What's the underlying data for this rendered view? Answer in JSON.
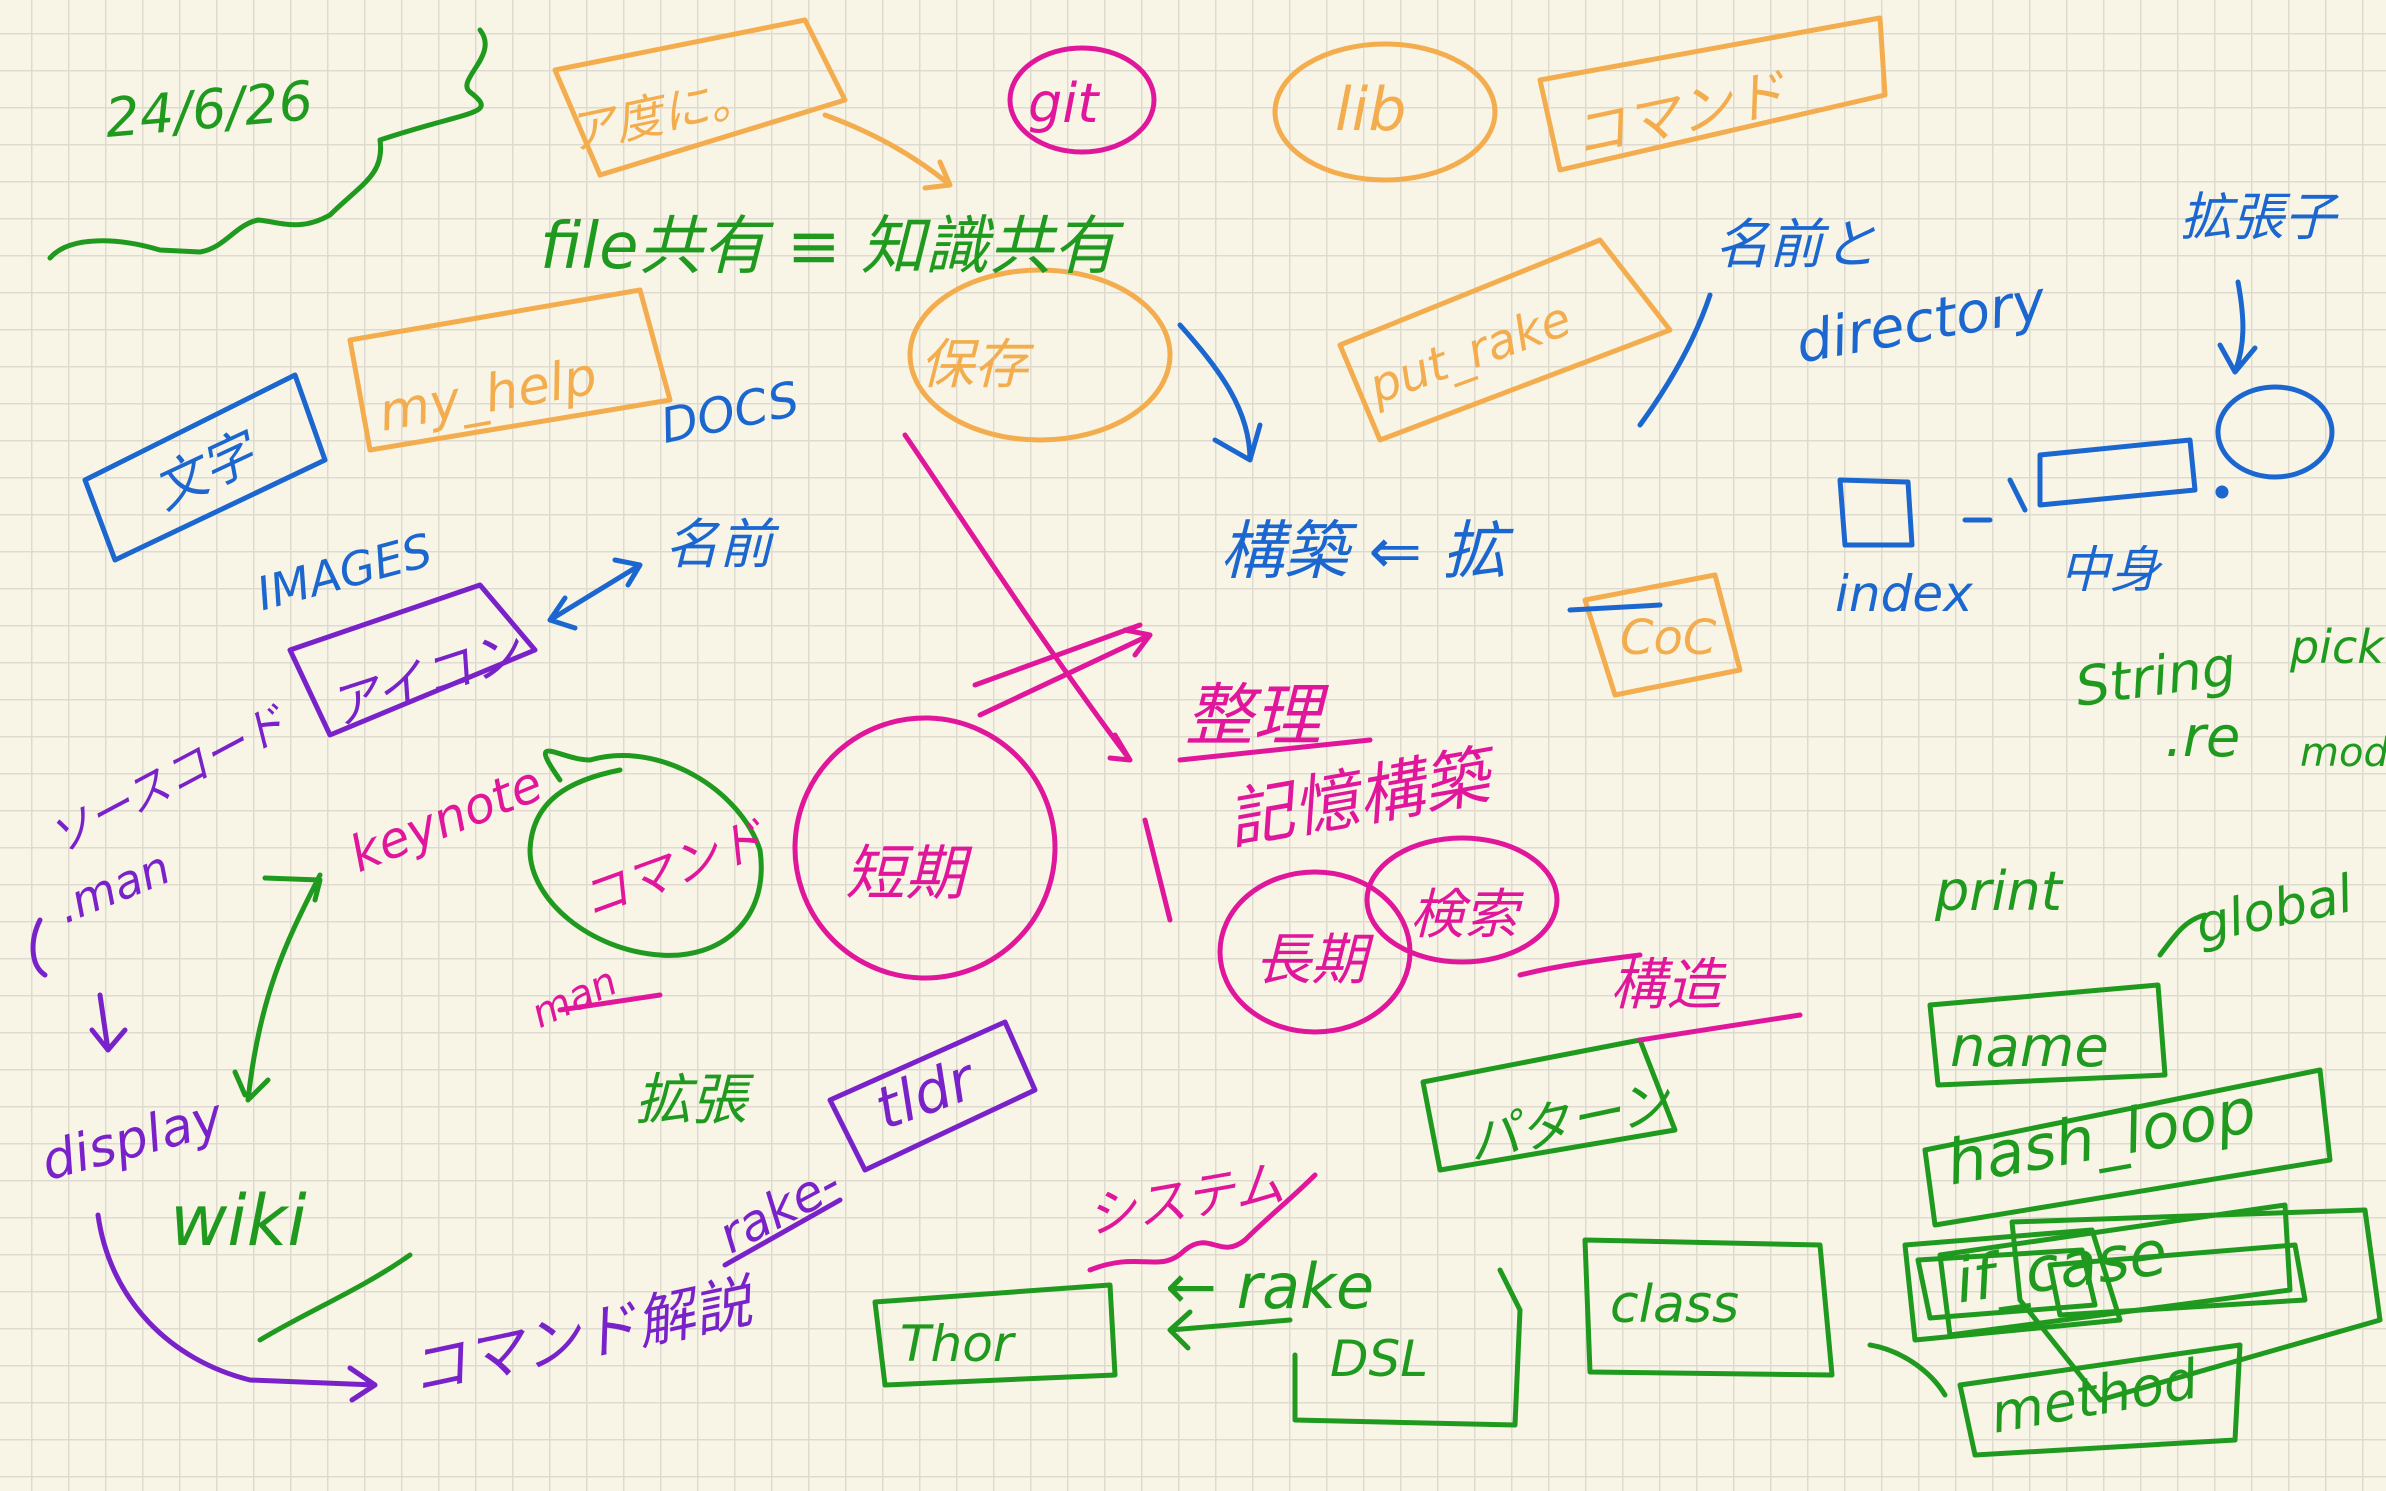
{
  "colors": {
    "green": "#1f9a1f",
    "orange": "#f3ad4e",
    "blue": "#1b67cf",
    "magenta": "#e0179b",
    "purple": "#7a22c9",
    "paper": "#f8f5e7",
    "grid": "#dedad0"
  },
  "notes": {
    "date": "24/6/26",
    "kore_do": "ア度に。",
    "git": "git",
    "lib": "lib",
    "command": "コマンド",
    "file_sharing": "file共有 ≡ 知識共有",
    "my_help": "my_help",
    "docs": "DOCS",
    "moji": "文字",
    "hozon": "保存",
    "put_rake": "put_rake",
    "namae_to": "名前と",
    "directory": "directory",
    "kakuchoushi": "拡張子",
    "images": "IMAGES",
    "namae": "名前",
    "icon": "アイコン",
    "kouchiku": "構築 ⇐ 拡",
    "index": "index",
    "chuukan": "中身",
    "coc": "CoC",
    "seiri": "整理",
    "source_code": "ソースコード",
    "man": ".man",
    "keynote": "keynote",
    "tanki": "短期",
    "kioku": "記憶構築",
    "chouki": "長期",
    "kensaku": "検索",
    "kouzou": "構造",
    "pattern": "パターン",
    "man2": "man",
    "kakuchou": "拡張",
    "tldr": "tldr",
    "display": "display",
    "wiki": "wiki",
    "rake_dash": "rake-",
    "system": "システム",
    "command_kaisetsu": "コマンド解説",
    "thor": "Thor",
    "rake": "← rake",
    "dsl": "DSL",
    "class": "class",
    "string": "String",
    "pick": "pick",
    "re": ".re",
    "mod": "mod",
    "print": "print",
    "global": "global",
    "name": "name",
    "hash_loop": "hash_loop",
    "if_case": "if_case",
    "method": "method"
  }
}
